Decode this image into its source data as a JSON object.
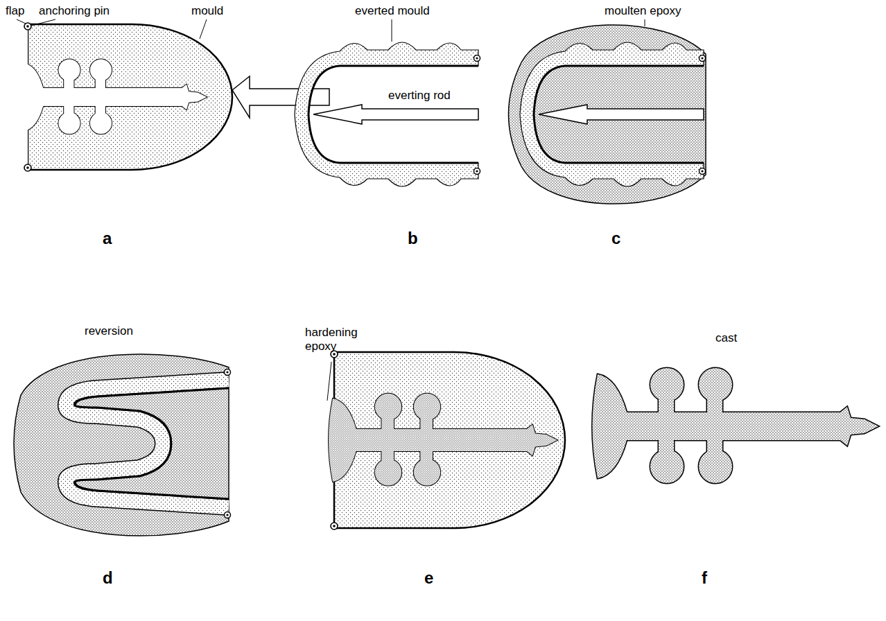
{
  "diagram": {
    "labels": [
      "flap",
      "anchoring pin",
      "mould",
      "everted mould",
      "everting rod",
      "moulten epoxy",
      "a",
      "b",
      "c",
      "reversion",
      "hardening epoxy",
      "cast",
      "d",
      "e",
      "f"
    ]
  }
}
